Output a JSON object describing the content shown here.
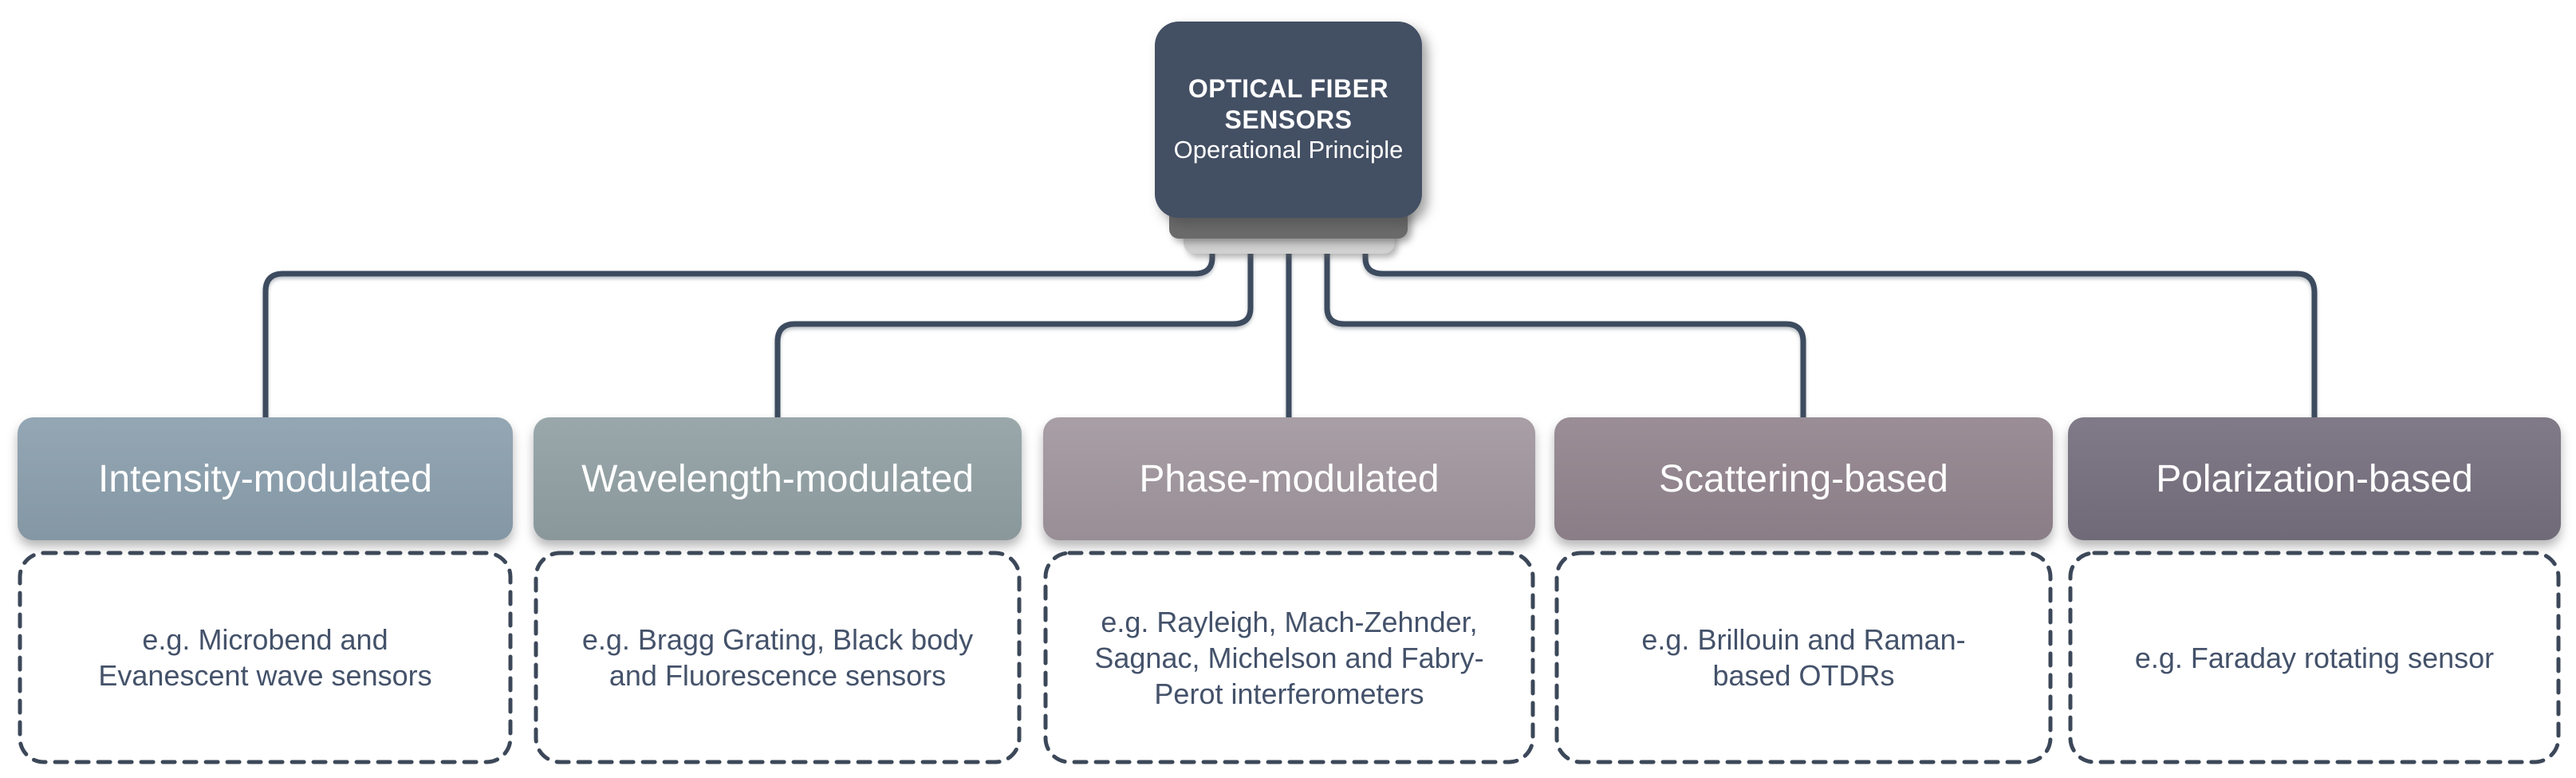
{
  "diagram": {
    "root": {
      "title": "OPTICAL FIBER\nSENSORS",
      "subtitle": "Operational Principle"
    },
    "branches": [
      {
        "label": "Intensity-modulated",
        "examples": "e.g. Microbend and\nEvanescent wave sensors",
        "color": "#8CA0AE"
      },
      {
        "label": "Wavelength-modulated",
        "examples": "e.g. Bragg Grating, Black body\nand Fluorescence sensors",
        "color": "#92A1A5"
      },
      {
        "label": "Phase-modulated",
        "examples": "e.g. Rayleigh, Mach-Zehnder,\nSagnac, Michelson and Fabry-\nPerot interferometers",
        "color": "#A2979F"
      },
      {
        "label": "Scattering-based",
        "examples": "e.g. Brillouin and Raman-\nbased OTDRs",
        "color": "#93858F"
      },
      {
        "label": "Polarization-based",
        "examples": "e.g. Faraday rotating sensor",
        "color": "#77707F"
      }
    ],
    "colors": {
      "connector": "#3D4B5F",
      "dashed_border": "#3C4859",
      "example_text": "#44526A",
      "root_bg": "#434F63",
      "stack_mid": "#6B6B6B",
      "stack_light": "#D0D0D0"
    }
  }
}
